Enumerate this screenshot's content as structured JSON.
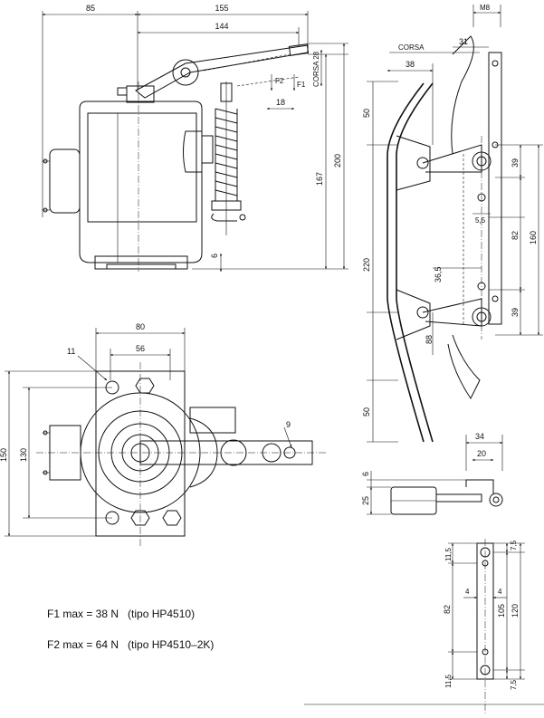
{
  "front_view": {
    "dim_85": "85",
    "dim_155": "155",
    "dim_144": "144",
    "dim_corsa_28": "CORSA 28",
    "label_f2": "F2",
    "label_f1": "F1",
    "dim_18": "18",
    "dim_6": "6",
    "dim_167": "167",
    "dim_200": "200"
  },
  "top_view": {
    "dim_80": "80",
    "dim_56": "56",
    "dim_11": "11",
    "dim_9": "9",
    "dim_150": "150",
    "dim_130": "130"
  },
  "side_view": {
    "label_m8": "M8",
    "label_corsa": "CORSA",
    "dim_31": "31",
    "dim_38": "38",
    "dim_50_top": "50",
    "dim_39_top": "39",
    "dim_5_5": "5,5",
    "dim_82": "82",
    "dim_160": "160",
    "dim_220": "220",
    "dim_36_5": "36,5",
    "dim_39_bottom": "39",
    "dim_88": "88",
    "dim_50_bottom": "50"
  },
  "bracket_view": {
    "dim_34": "34",
    "dim_20": "20",
    "dim_6": "6",
    "dim_25": "25"
  },
  "plate_view": {
    "dim_11_5_top": "11,5",
    "dim_7_5_top": "7,5",
    "dim_82": "82",
    "dim_4_left": "4",
    "dim_4_right": "4",
    "dim_105": "105",
    "dim_120": "120",
    "dim_11_5_bottom": "11,5",
    "dim_7_5_bottom": "7,5"
  },
  "notes": {
    "f1_line": "F1 max = 38 N   (tipo HP4510)",
    "f2_line": "F2 max = 64 N   (tipo HP4510–2K)"
  }
}
